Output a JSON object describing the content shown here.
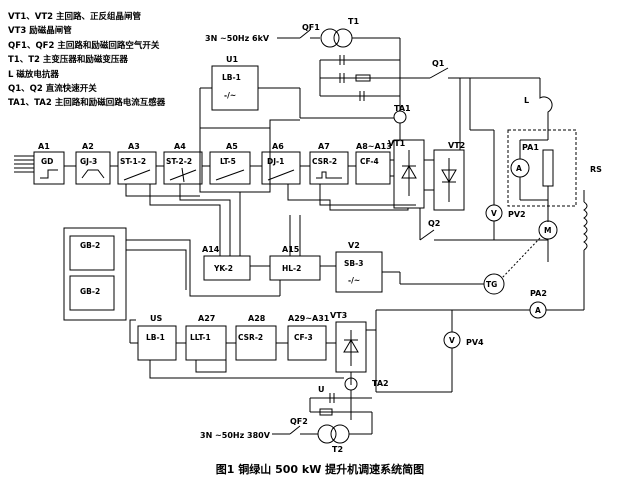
{
  "legend": [
    "VT1、VT2  主回路、正反组晶闸管",
    "VT3  励磁晶闸管",
    "QF1、QF2  主回路和励磁回路空气开关",
    "T1、T2  主变压器和励磁变压器",
    "L  磁放电抗器",
    "Q1、Q2  直流快速开关",
    "TA1、TA2  主回路和励磁回路电流互感器"
  ],
  "caption": "图1  铜绿山 500 kW 提升机调速系统简图",
  "supply_top": "3N  ~50Hz  6kV",
  "supply_bottom": "3N  ~50Hz  380V",
  "blocks": {
    "u1_tag": "U1",
    "lb1_top": "LB-1",
    "lb1_top_sym": "-/~",
    "a1": "A1",
    "gd": "GD",
    "a2": "A2",
    "gj3": "GJ-3",
    "a3": "A3",
    "st12": "ST-1-2",
    "a4": "A4",
    "st22": "ST-2-2",
    "a5": "A5",
    "lt5": "LT-5",
    "a6": "A6",
    "dj1": "DJ-1",
    "a7": "A7",
    "csr2_top": "CSR-2",
    "a8": "A8~A13",
    "cf4": "CF-4",
    "gb2a": "GB-2",
    "gb2b": "GB-2",
    "a14": "A14",
    "yk2": "YK-2",
    "a15": "A15",
    "hl2": "HL-2",
    "v2": "V2",
    "sb3": "SB-3",
    "sb3_sym": "-/~",
    "us": "US",
    "lb1_bot": "LB-1",
    "a27": "A27",
    "llt1": "LLT-1",
    "a28": "A28",
    "csr2_bot": "CSR-2",
    "a29": "A29~A31",
    "cf3": "CF-3"
  },
  "components": {
    "qf1": "QF1",
    "t1": "T1",
    "ta1": "TA1",
    "q1": "Q1",
    "q2": "Q2",
    "vt1": "VT1",
    "vt2": "VT2",
    "vt3": "VT3",
    "l": "L",
    "pa1": "PA1",
    "a_meter1": "A",
    "rs": "RS",
    "pv2": "PV2",
    "v_meter2": "V",
    "m": "M",
    "tg": "TG",
    "pa2": "PA2",
    "a_meter2": "A",
    "pv4": "PV4",
    "v_meter4": "V",
    "ta2": "TA2",
    "qf2": "QF2",
    "t2": "T2",
    "u": "U"
  }
}
